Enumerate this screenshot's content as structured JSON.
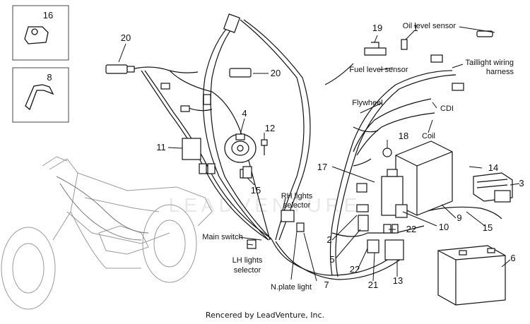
{
  "diagram": {
    "callouts": {
      "n1": "1",
      "n3": "3",
      "n4": "4",
      "n5": "5",
      "n6": "6",
      "n7": "7",
      "n9": "9",
      "n10": "10",
      "n11": "11",
      "n12": "12",
      "n13": "13",
      "n14": "14",
      "n15a": "15",
      "n15b": "15",
      "n17": "17",
      "n18": "18",
      "n19": "19",
      "n20a": "20",
      "n20b": "20",
      "n21": "21",
      "n22a": "22",
      "n22b": "22",
      "n2": "2",
      "n16": "16",
      "n8": "8"
    },
    "labels": {
      "oil_level_sensor": "Oil level sensor",
      "taillight_line1": "Taillight wiring",
      "taillight_line2": "harness",
      "fuel_level_sensor": "Fuel level sensor",
      "flywheel": "Flywheel",
      "cdi": "CDI",
      "coil": "Coil",
      "rh_line1": "RH lights",
      "rh_line2": "selector",
      "main_switch": "Main switch",
      "lh_line1": "LH lights",
      "lh_line2": "selector",
      "nplate": "N.plate light"
    },
    "watermark": "LEADVENTURE",
    "credit": "Rencered by LeadVenture, Inc."
  },
  "colors": {
    "line": "#111111",
    "ghost": "#9a9a9a",
    "watermark": "#e6e6e6"
  }
}
